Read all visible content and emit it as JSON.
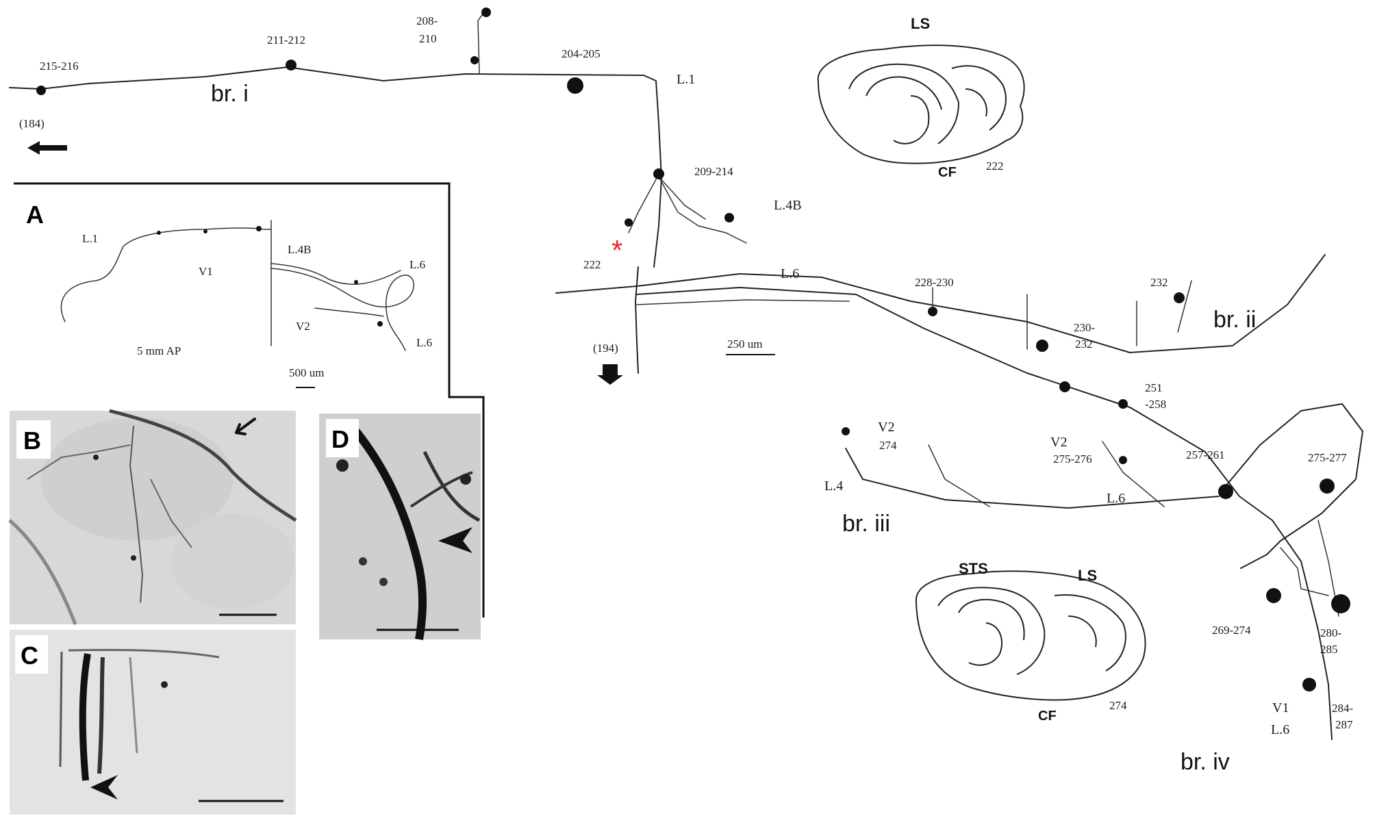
{
  "main_reconstruction": {
    "cluster_labels": [
      "215-216",
      "211-212",
      "208-",
      "210",
      "204-205",
      "209-214",
      "222",
      "228-230",
      "232",
      "230-",
      "232",
      "251",
      "-258",
      "257-261",
      "275-277",
      "269-274",
      "280-",
      "285",
      "284-",
      "287",
      "275-276",
      "274"
    ],
    "layer_labels": [
      "L.1",
      "L.4B",
      "L.6",
      "V2",
      "L.4",
      "V2",
      "L.6",
      "V1",
      "L.6"
    ],
    "branch_labels": [
      "br. i",
      "br. ii",
      "br. iii",
      "br. iv"
    ],
    "section_numbers": [
      "(184)",
      "(194)"
    ],
    "scale_bar": "250 um",
    "asterisk": "*"
  },
  "inset_top": {
    "labels": [
      "LS",
      "CF"
    ],
    "section": "222"
  },
  "inset_bottom": {
    "labels": [
      "STS",
      "LS",
      "CF"
    ],
    "section": "274"
  },
  "panel_a": {
    "letter": "A",
    "labels": [
      "L.1",
      "L.4B",
      "V1",
      "L.6",
      "V2",
      "L.6",
      "5 mm AP"
    ],
    "scale_bar": "500 um"
  },
  "panel_b": {
    "letter": "B"
  },
  "panel_c": {
    "letter": "C"
  },
  "panel_d": {
    "letter": "D"
  },
  "colors": {
    "asterisk": "#e8262b",
    "ink": "#111111",
    "photo": "#d8d8d8"
  }
}
